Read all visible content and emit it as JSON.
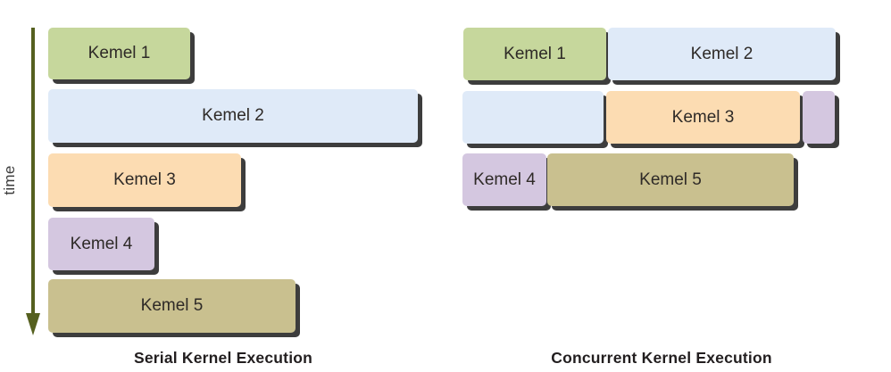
{
  "time_axis": {
    "label": "time",
    "arrow_color": "#55601f"
  },
  "serial_panel": {
    "caption": "Serial Kernel Execution",
    "kernels": [
      {
        "label": "Kemel 1",
        "color": "#c6d79c"
      },
      {
        "label": "Kemel 2",
        "color": "#dfeaf8"
      },
      {
        "label": "Kemel 3",
        "color": "#fcdcb2"
      },
      {
        "label": "Kemel 4",
        "color": "#d4c7e0"
      },
      {
        "label": "Kemel 5",
        "color": "#c9c08f"
      }
    ]
  },
  "concurrent_panel": {
    "caption": "Concurrent Kernel Execution",
    "rows": [
      {
        "segments": [
          {
            "label": "Kemel 1",
            "color": "#c6d79c"
          },
          {
            "label": "Kemel 2",
            "color": "#dfeaf8"
          }
        ]
      },
      {
        "segments": [
          {
            "label": "",
            "color": "#dfeaf8"
          },
          {
            "label": "Kemel 3",
            "color": "#fcdcb2"
          },
          {
            "label": "",
            "color": "#d4c7e0"
          }
        ]
      },
      {
        "segments": [
          {
            "label": "Kemel 4",
            "color": "#d4c7e0"
          },
          {
            "label": "Kemel 5",
            "color": "#c9c08f"
          }
        ]
      }
    ]
  },
  "colors": {
    "shadow": "#3d3d3d",
    "box_label_text": "#2e2a27",
    "caption_text": "#221e1f",
    "time_label_text": "#3b3b3b",
    "background": "#ffffff"
  }
}
